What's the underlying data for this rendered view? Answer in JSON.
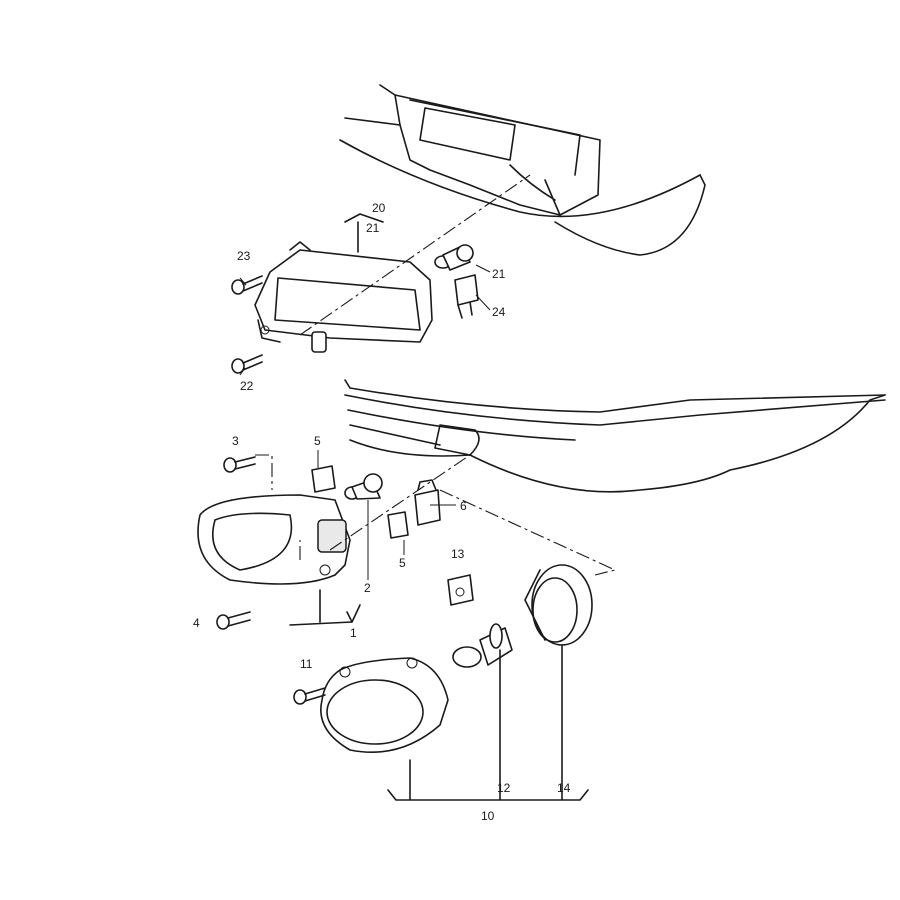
{
  "title": "Fog light assembly parts diagram",
  "callouts": {
    "c20": "20",
    "c21_bracket": "21",
    "c23": "23",
    "c21": "21",
    "c24": "24",
    "c22": "22",
    "c3": "3",
    "c5_top": "5",
    "c6": "6",
    "c5_bottom": "5",
    "c2": "2",
    "c1": "1",
    "c4": "4",
    "c13": "13",
    "c11": "11",
    "c12": "12",
    "c14": "14",
    "c10": "10"
  }
}
